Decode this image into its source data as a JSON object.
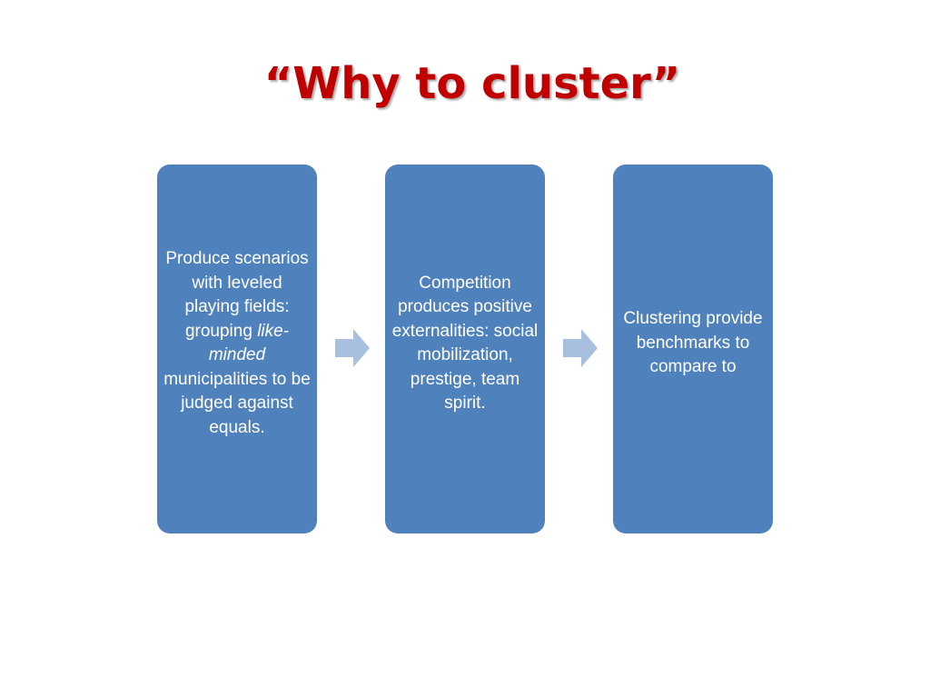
{
  "slide": {
    "title": "“Why to cluster”",
    "boxes": [
      {
        "text_before": "Produce scenarios with leveled playing fields: grouping",
        "text_italic": "like-minded",
        "text_after": "municipalities to be judged against equals."
      },
      {
        "text": "Competition produces positive externalities: social mobilization, prestige, team spirit."
      },
      {
        "text": "Clustering provide benchmarks to compare to"
      }
    ]
  },
  "colors": {
    "title": "#c00000",
    "box_fill": "#4f81bd",
    "box_text": "#ffffff",
    "arrow": "#a9bfdf"
  }
}
